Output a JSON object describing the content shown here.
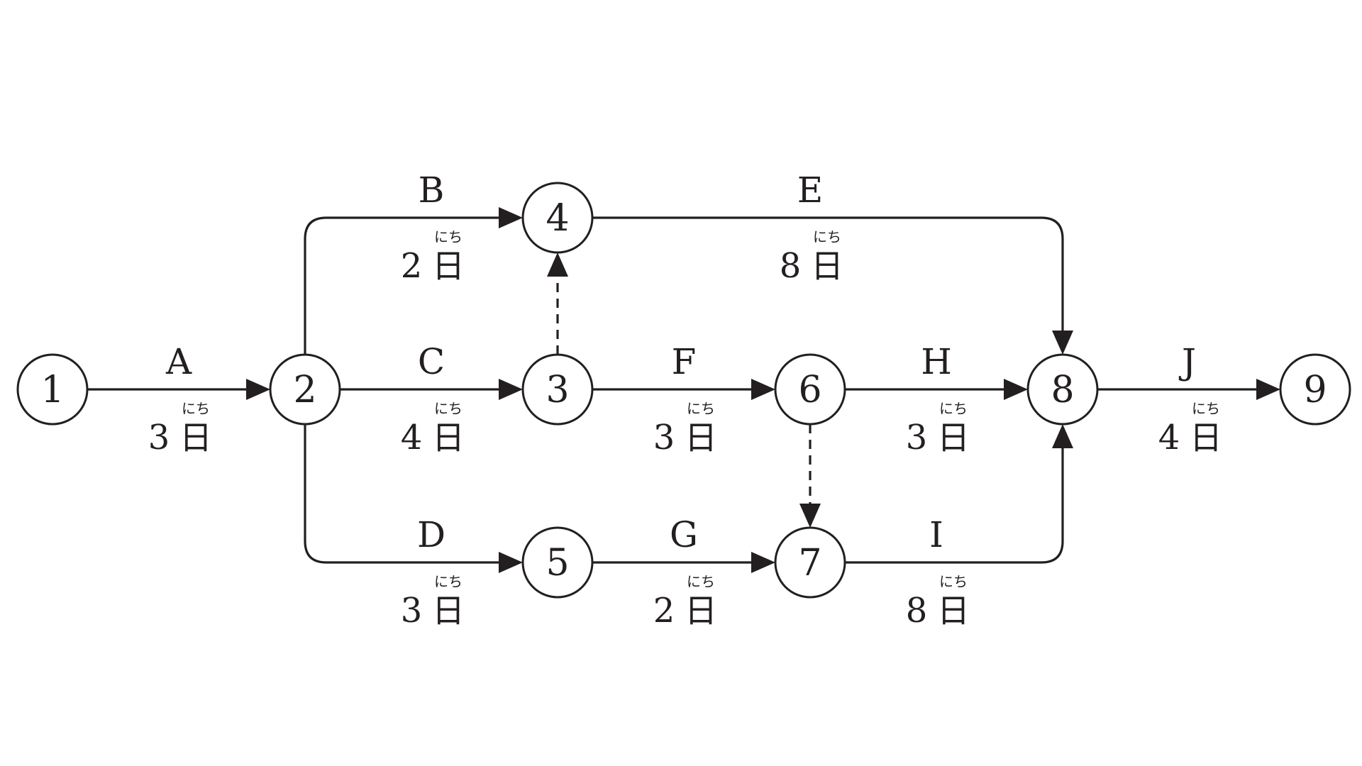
{
  "diagram": {
    "nodes": [
      {
        "id": "1",
        "label": "1"
      },
      {
        "id": "2",
        "label": "2"
      },
      {
        "id": "3",
        "label": "3"
      },
      {
        "id": "4",
        "label": "4"
      },
      {
        "id": "5",
        "label": "5"
      },
      {
        "id": "6",
        "label": "6"
      },
      {
        "id": "7",
        "label": "7"
      },
      {
        "id": "8",
        "label": "8"
      },
      {
        "id": "9",
        "label": "9"
      }
    ],
    "activities": [
      {
        "name": "A",
        "from": "1",
        "to": "2",
        "duration": "3",
        "unit": "日",
        "ruby": "にち"
      },
      {
        "name": "B",
        "from": "2",
        "to": "4",
        "duration": "2",
        "unit": "日",
        "ruby": "にち"
      },
      {
        "name": "C",
        "from": "2",
        "to": "3",
        "duration": "4",
        "unit": "日",
        "ruby": "にち"
      },
      {
        "name": "D",
        "from": "2",
        "to": "5",
        "duration": "3",
        "unit": "日",
        "ruby": "にち"
      },
      {
        "name": "E",
        "from": "4",
        "to": "8",
        "duration": "8",
        "unit": "日",
        "ruby": "にち"
      },
      {
        "name": "F",
        "from": "3",
        "to": "6",
        "duration": "3",
        "unit": "日",
        "ruby": "にち"
      },
      {
        "name": "G",
        "from": "5",
        "to": "7",
        "duration": "2",
        "unit": "日",
        "ruby": "にち"
      },
      {
        "name": "H",
        "from": "6",
        "to": "8",
        "duration": "3",
        "unit": "日",
        "ruby": "にち"
      },
      {
        "name": "I",
        "from": "7",
        "to": "8",
        "duration": "8",
        "unit": "日",
        "ruby": "にち"
      },
      {
        "name": "J",
        "from": "8",
        "to": "9",
        "duration": "4",
        "unit": "日",
        "ruby": "にち"
      }
    ],
    "dummies": [
      {
        "from": "3",
        "to": "4"
      },
      {
        "from": "6",
        "to": "7"
      }
    ],
    "colors": {
      "ink": "#231f20",
      "background": "#ffffff"
    }
  }
}
